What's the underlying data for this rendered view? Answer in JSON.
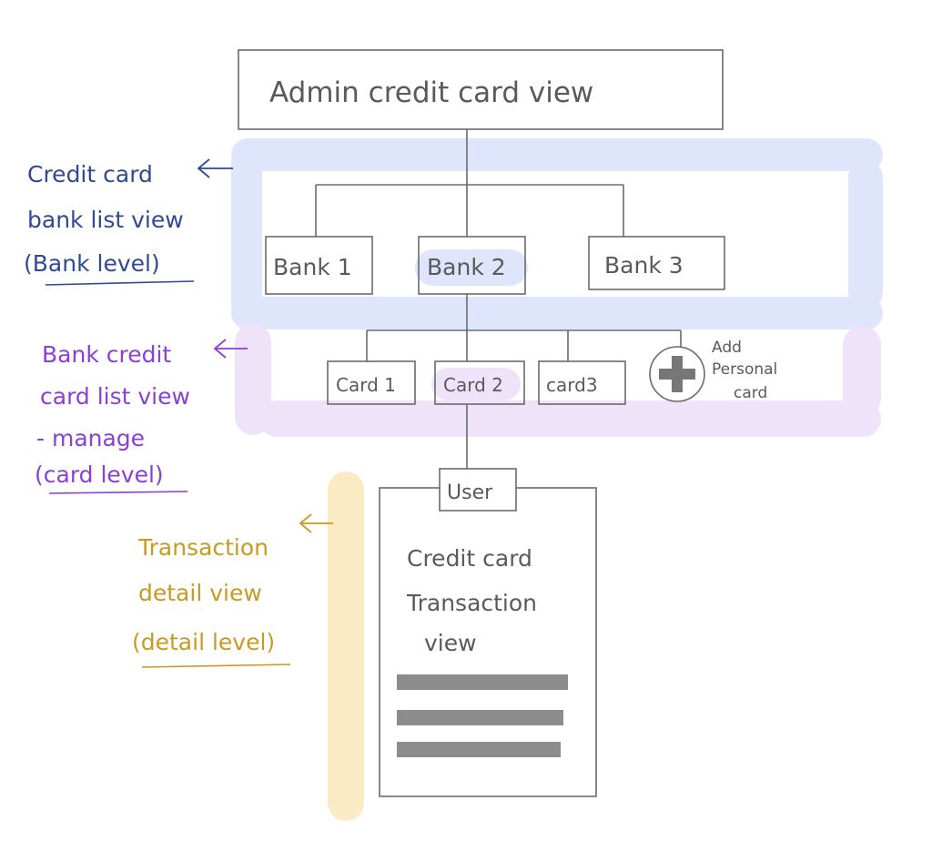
{
  "colors": {
    "pencil": "#6b6b6b",
    "bank_band": "#dfe6fb",
    "card_band": "#efe3f9",
    "detail_band": "#fbebc4",
    "bank_note": "#2f4a95",
    "card_note": "#8a3fd6",
    "detail_note": "#c79a22",
    "placeholder_bar": "#8c8c8c"
  },
  "root": {
    "label": "Admin credit card view"
  },
  "banks": [
    {
      "label": "Bank 1",
      "highlighted": false
    },
    {
      "label": "Bank 2",
      "highlighted": true
    },
    {
      "label": "Bank 3",
      "highlighted": false
    }
  ],
  "cards": [
    {
      "label": "Card 1",
      "highlighted": false
    },
    {
      "label": "Card 2",
      "highlighted": true
    },
    {
      "label": "card3",
      "highlighted": false
    }
  ],
  "add_card": {
    "icon": "plus-circle-icon",
    "line1": "Add",
    "line2": "Personal",
    "line3": "card"
  },
  "user": {
    "label": "User"
  },
  "transaction_panel": {
    "line1": "Credit card",
    "line2": "Transaction",
    "line3": "view",
    "placeholder_rows": 3
  },
  "annotations": {
    "bank_level": {
      "line1": "Credit card",
      "line2": "bank list view",
      "line3": "(Bank level)",
      "arrow": "arrow-left-icon"
    },
    "card_level": {
      "line1": "Bank credit",
      "line2": "card list view",
      "line3": "- manage",
      "line4": "(card level)",
      "arrow": "arrow-left-icon"
    },
    "detail_level": {
      "line1": "Transaction",
      "line2": "detail view",
      "line3": "(detail level)",
      "arrow": "arrow-left-icon"
    }
  }
}
